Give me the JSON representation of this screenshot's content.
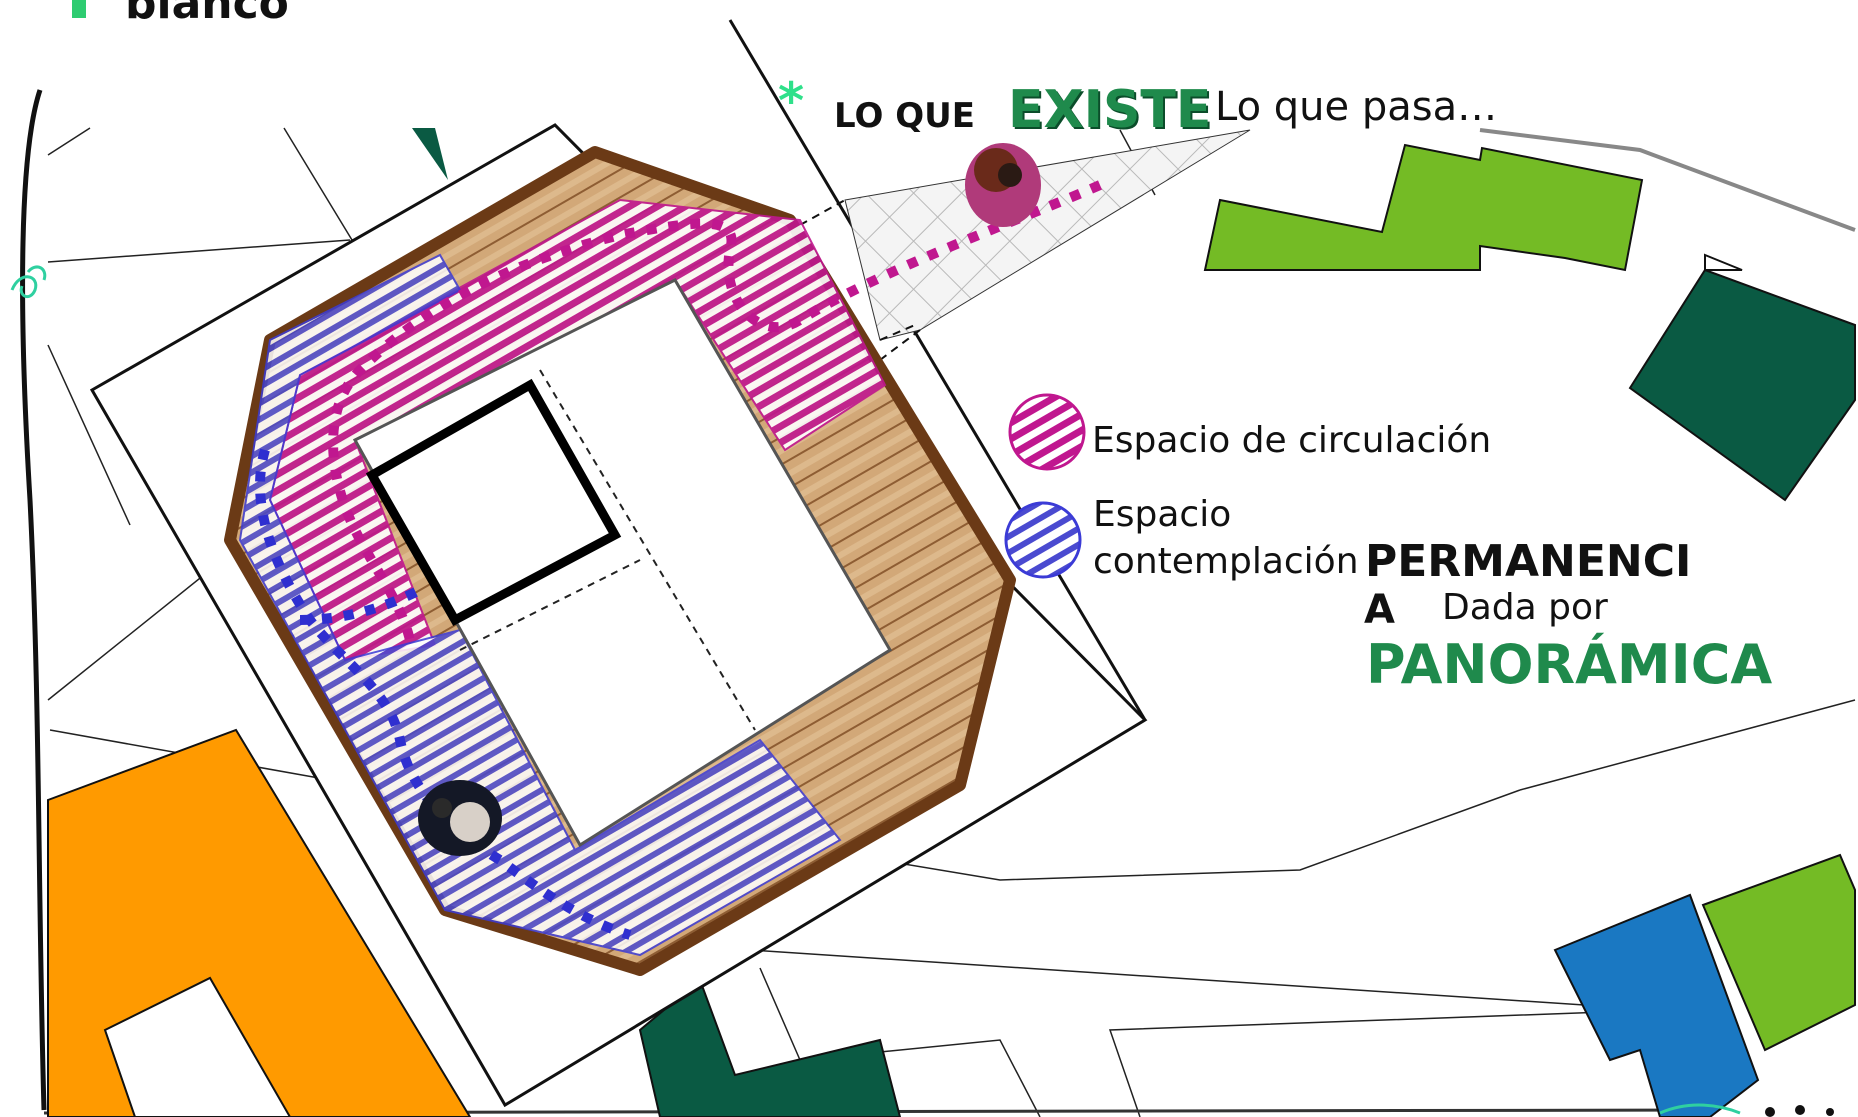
{
  "slide": {
    "top_word": "blanco",
    "heading": {
      "prefix": "LO QUE",
      "highlight": "EXISTE",
      "suffix": "Lo que pasa…"
    },
    "legend": [
      {
        "label": "Espacio de circulación",
        "color": "#c0178f"
      },
      {
        "label_line1": "Espacio",
        "label_line2": "contemplación",
        "color": "#3b3bd6"
      }
    ],
    "permanencia": {
      "line1": "PERMANENCI",
      "line2": "A",
      "dada": "Dada por",
      "panoramica": "PANORÁMICA"
    }
  },
  "colors": {
    "accent_green": "#1f8a4c",
    "lime_green": "#74bb25",
    "dark_green": "#0a5a43",
    "orange": "#ff9a00",
    "blue": "#1a78c2",
    "magenta": "#c0178f",
    "violet": "#3b3bd6",
    "wood": "#c79a62",
    "frame_brown": "#6b3a16"
  }
}
